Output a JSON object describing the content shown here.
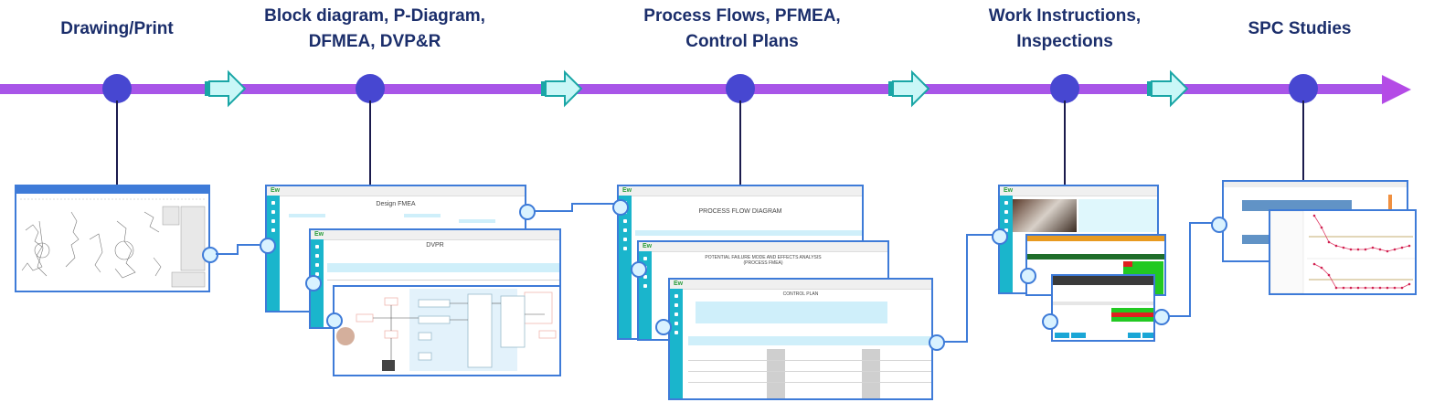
{
  "diagram": {
    "type": "timeline",
    "stages": [
      {
        "title_line1": "Drawing/Print",
        "title_line2": "",
        "screenshot": "engineering-drawing"
      },
      {
        "title_line1": "Block diagram, P-Diagram,",
        "title_line2": "DFMEA, DVP&R",
        "screenshot": "design-fmea-dvpr-block-diagram",
        "labels": [
          "Design FMEA",
          "DVPR"
        ]
      },
      {
        "title_line1": "Process Flows, PFMEA,",
        "title_line2": "Control Plans",
        "screenshot": "process-flow-pfmea-control-plan",
        "labels": [
          "PROCESS FLOW DIAGRAM",
          "POTENTIAL FAILURE MODE AND EFFECTS ANALYSIS (PROCESS FMEA)",
          "CONTROL PLAN"
        ]
      },
      {
        "title_line1": "Work Instructions,",
        "title_line2": "Inspections",
        "screenshot": "work-instructions-inspections"
      },
      {
        "title_line1": "SPC Studies",
        "title_line2": "",
        "screenshot": "spc-charts"
      }
    ],
    "colors": {
      "title": "#1b2e6b",
      "timeline": "#a855e8",
      "node": "#4747d1",
      "step_arrow_fill": "#c9f7f7",
      "step_arrow_stroke": "#1aa6a6",
      "frame": "#3e7bd8",
      "sidebar": "#1ab5cc"
    },
    "app_logo": "Ew"
  }
}
